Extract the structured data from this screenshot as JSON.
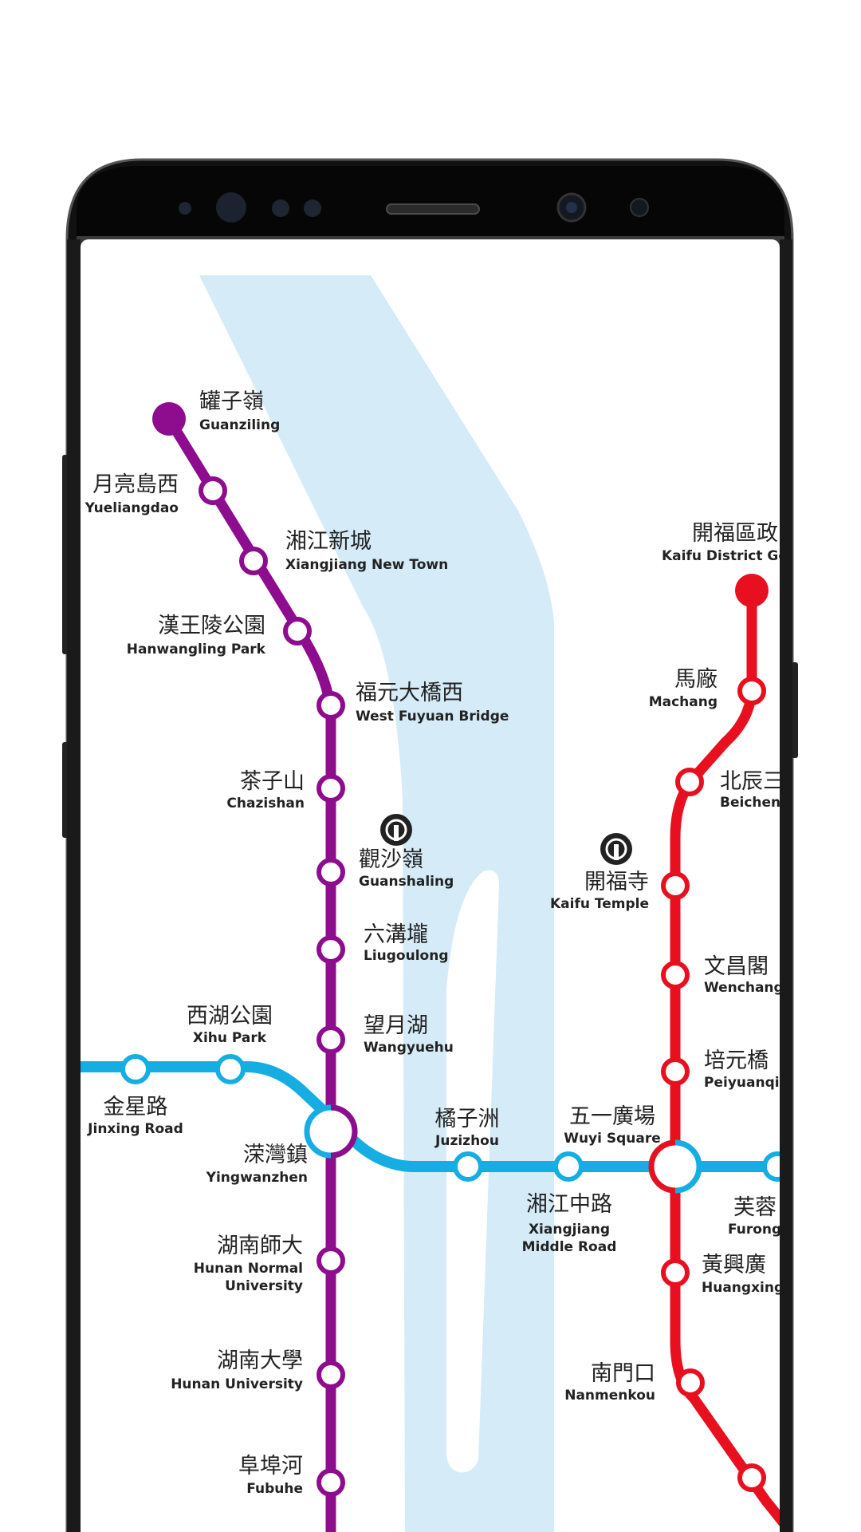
{
  "colors": {
    "line2": "#8e0c8e",
    "line1": "#e8101f",
    "line_blue": "#16ade3",
    "river": "#d5ebf8",
    "phone_body": "#0b0b0b"
  },
  "map": {
    "stations": {
      "guanziling": {
        "cn": "罐子嶺",
        "en": "Guanziling"
      },
      "yueliangdao": {
        "cn": "月亮島西",
        "en": "Yueliangdao"
      },
      "xiangjiang_new_town": {
        "cn": "湘江新城",
        "en": "Xiangjiang New Town"
      },
      "hanwangling": {
        "cn": "漢王陵公園",
        "en": "Hanwangling Park"
      },
      "west_fuyuan": {
        "cn": "福元大橋西",
        "en": "West Fuyuan Bridge"
      },
      "chazishan": {
        "cn": "茶子山",
        "en": "Chazishan"
      },
      "guanshaling": {
        "cn": "觀沙嶺",
        "en": "Guanshaling"
      },
      "liugoulong": {
        "cn": "六溝壠",
        "en": "Liugoulong"
      },
      "wangyuehu": {
        "cn": "望月湖",
        "en": "Wangyuehu"
      },
      "xihu_park": {
        "cn": "西湖公園",
        "en": "Xihu Park"
      },
      "jinxing_road": {
        "cn": "金星路",
        "en": "Jinxing Road"
      },
      "yingwanzhen": {
        "cn": "溁灣鎮",
        "en": "Yingwanzhen"
      },
      "juzizhou": {
        "cn": "橘子洲",
        "en": "Juzizhou"
      },
      "xiangjiang_middle": {
        "cn": "湘江中路",
        "en1": "Xiangjiang",
        "en2": "Middle Road"
      },
      "wuyi_square": {
        "cn": "五一廣場",
        "en": "Wuyi Square"
      },
      "hunan_normal": {
        "cn": "湖南師大",
        "en1": "Hunan Normal",
        "en2": "University"
      },
      "hunan_univ": {
        "cn": "湖南大學",
        "en": "Hunan University"
      },
      "fubuhe": {
        "cn": "阜埠河",
        "en": "Fubuhe"
      },
      "kaifu_district": {
        "cn": "開福區政",
        "en": "Kaifu District Gov"
      },
      "machang": {
        "cn": "馬廠",
        "en": "Machang"
      },
      "beichen": {
        "cn": "北辰三",
        "en": "Beichen I"
      },
      "kaifu_temple": {
        "cn": "開福寺",
        "en": "Kaifu Temple"
      },
      "wenchang": {
        "cn": "文昌閣",
        "en": "Wenchangg"
      },
      "peiyuan": {
        "cn": "培元橋",
        "en": "Peiyuanqia"
      },
      "furong": {
        "cn": "芙蓉",
        "en": "Furong"
      },
      "huangxing": {
        "cn": "黃興廣",
        "en": "Huangxing"
      },
      "nanmenkou": {
        "cn": "南門口",
        "en": "Nanmenkou"
      }
    }
  }
}
